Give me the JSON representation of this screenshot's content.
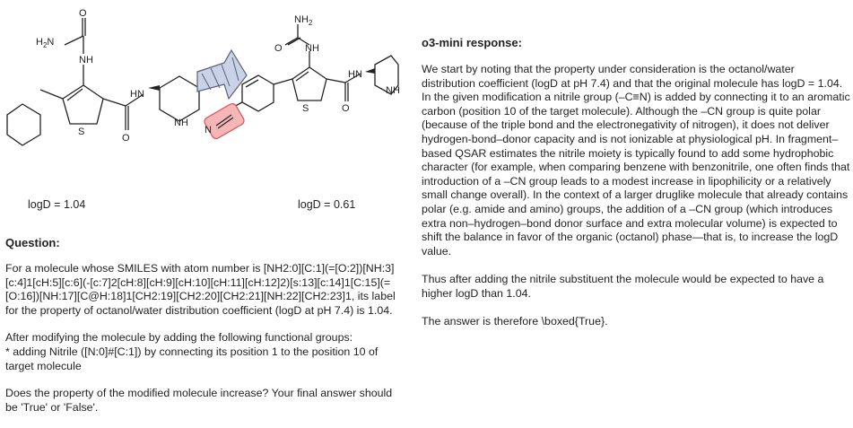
{
  "figure": {
    "left_logd": "logD = 1.04",
    "right_logd": "logD = 0.61",
    "atoms": {
      "h2n": "H",
      "h2n_sub": "2",
      "n": "N",
      "o": "O",
      "nh": "NH",
      "hn": "HN",
      "s": "S",
      "nh2_n": "NH",
      "nh2_sub": "2",
      "nitrile_n": "N"
    },
    "colors": {
      "highlight_fill": "#f4b6b6",
      "highlight_stroke": "#d45656",
      "arrow_fill": "#c9d2e6",
      "arrow_stroke": "#5a6078"
    }
  },
  "question": {
    "title": "Question:",
    "p1": "For a molecule whose SMILES with atom number is [NH2:0][C:1](=[O:2])[NH:3][c:4]1[cH:5][c:6](-[c:7]2[cH:8][cH:9][cH:10][cH:11][cH:12]2)[s:13][c:14]1[C:15](=[O:16])[NH:17][C@H:18]1[CH2:19][CH2:20][CH2:21][NH:22][CH2:23]1, its label for the property of octanol/water distribution coefficient (logD at pH 7.4) is 1.04.",
    "p2a": "After modifying the molecule by adding the following functional groups:",
    "p2b": "* adding Nitrile ([N:0]#[C:1]) by connecting its position 1 to the position 10 of target molecule",
    "p3": "Does the property of the modified molecule increase? Your final answer should be 'True' or 'False'."
  },
  "response": {
    "title": "o3-mini response:",
    "p1": "We start by noting that the property under consideration is the octanol/water distribution coefficient (logD at pH 7.4) and that the original molecule has logD = 1.04. In the given modification a nitrile group (–C≡N) is added by connecting it to an aromatic carbon (position 10 of the target molecule). Although the –CN group is quite polar (because of the triple bond and the electronegativity of nitrogen), it does not deliver hydrogen-bond–donor capacity and is not ionizable at physiological pH. In fragment–based QSAR estimates the nitrile moiety is typically found to add some hydrophobic character (for example, when comparing benzene with benzonitrile, one often finds that introduction of a –CN group leads to a modest increase in lipophilicity or a relatively small change overall). In the context of a larger druglike molecule that already contains polar (e.g. amide and amino) groups, the addition of a –CN group (which introduces extra non–hydrogen–bond donor surface and extra molecular volume) is expected to shift the balance in favor of the organic (octanol) phase—that is, to increase the logD value.",
    "p2": "Thus after adding the nitrile substituent the molecule would be expected to have a higher logD than 1.04.",
    "p3": "The answer is therefore \\boxed{True}."
  }
}
